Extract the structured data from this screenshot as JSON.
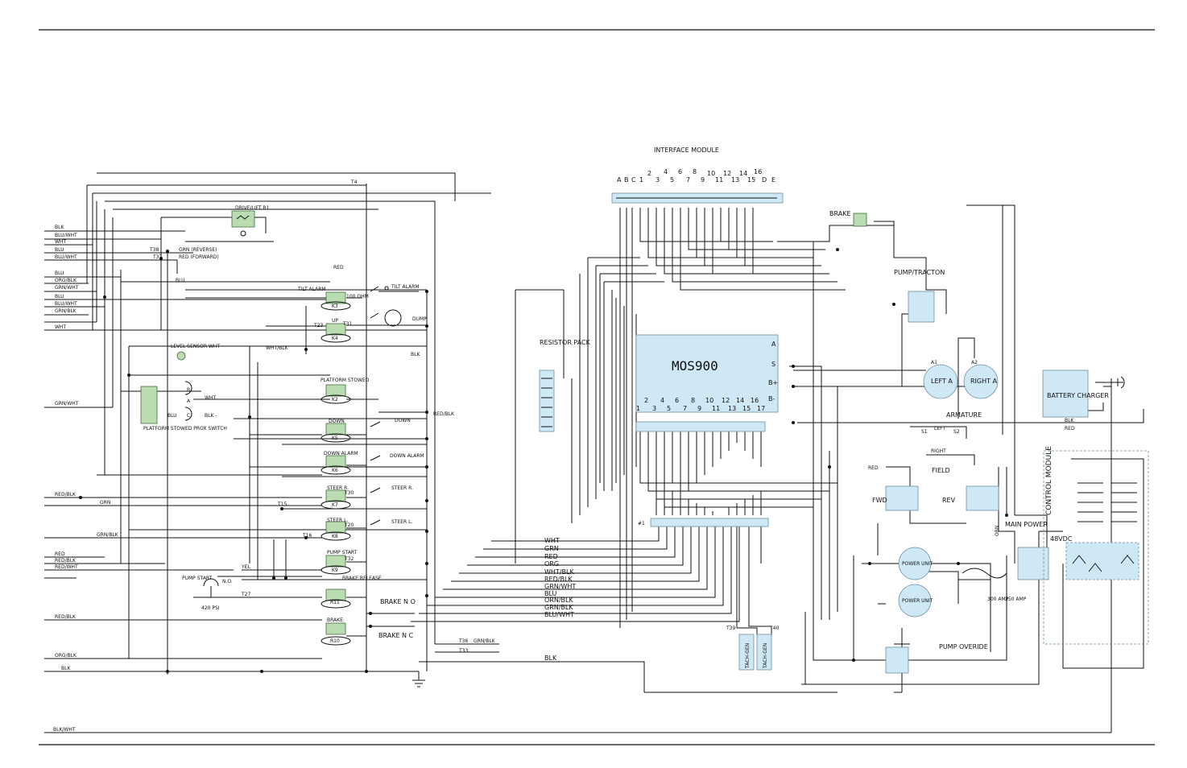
{
  "page": {
    "labels": {
      "interface_module": "INTERFACE MODULE",
      "resistor_pack": "RESISTOR PACK",
      "mos900": "MOS900",
      "brake": "BRAKE",
      "pump_traction": "PUMP/TRACTON",
      "left_motor": "LEFT A",
      "right_motor": "RIGHT A",
      "armature": "ARMATURE",
      "battery_charger": "BATTERY CHARGER",
      "control_module": "CONTROL MODULE",
      "field": "FIELD",
      "fwd": "FWD",
      "rev": "REV",
      "main_power": "MAIN POWER",
      "v48": "48VDC",
      "power_unit_1": "POWER UNIT",
      "power_unit_2": "POWER UNIT",
      "amp300": "300 AMP",
      "amp350": "350 AMP",
      "pump_override": "PUMP OVERIDE",
      "tach_gen_1": "TACH-GEN",
      "tach_gen_2": "TACH-GEN",
      "t39": "T39",
      "t40": "T40",
      "drive_lift": "DRIVE/LIFT R1",
      "tilt_alarm": "TILT ALARM",
      "tilt_alarm_right": "TILT ALARM",
      "ohm": "100 OHM",
      "dump": "DUMP",
      "up": "UP",
      "level_sensor": "LEVEL SENSOR WHT",
      "platform_stowed": "PLATFORM STOWED",
      "platform_prox": "PLATFORM STOWED PROX SWITCH",
      "down": "DOWN",
      "down_right": "DOWN",
      "down_alarm": "DOWN ALARM",
      "down_alarm_right": "DOWN ALARM",
      "steer_r": "STEER R.",
      "steer_r_right": "STEER R.",
      "steer_l": "STEER L.",
      "steer_l_right": "STEER L.",
      "pump_start": "PUMP START",
      "pump_start_sw": "PUMP START",
      "brake_release": "BRAKE RELEASE",
      "brake_no": "BRAKE N O",
      "brake_nc": "BRAKE N C",
      "brake_relay": "BRAKE",
      "psi": "420 PSI",
      "no": "N.O."
    },
    "im_top_odd": [
      "A",
      "B",
      "C",
      "1",
      "3",
      "5",
      "7",
      "9",
      "11",
      "13",
      "15",
      "D",
      "E"
    ],
    "im_top_even": [
      "2",
      "4",
      "6",
      "8",
      "10",
      "12",
      "14",
      "16"
    ],
    "mos_even": [
      "2",
      "4",
      "6",
      "8",
      "10",
      "12",
      "14",
      "16"
    ],
    "mos_odd": [
      "1",
      "3",
      "5",
      "7",
      "9",
      "11",
      "13",
      "15",
      "17"
    ],
    "mos_right": [
      "A",
      "S",
      "B+",
      "B-"
    ],
    "left_wires": [
      "BLK",
      "BLU/WHT",
      "WHT",
      "BLU",
      "BLU/WHT",
      "BLU",
      "ORG/BLK",
      "GRN/WHT",
      "BLU",
      "BLU/WHT",
      "GRN/BLK",
      "WHT",
      "GRN/WHT",
      "RED/BLK",
      "GRN",
      "GRN/BLK",
      "RED",
      "RED/BLK",
      "RED/WHT",
      "RED/BLK",
      "ORG/BLK",
      "BLK",
      "BLK/WHT"
    ],
    "bundle_wires": [
      "WHT",
      "GRN",
      "RED",
      "ORG",
      "WHT/BLK",
      "RED/BLK",
      "GRN/WHT",
      "BLU",
      "ORN/BLK",
      "GRN/BLK",
      "BLU/WHT",
      "BLK"
    ],
    "relays": [
      "K3",
      "K4",
      "K2",
      "K5",
      "K6",
      "K7",
      "K8",
      "K9",
      "R11",
      "R10"
    ],
    "terminals": [
      "T4",
      "T38",
      "T37",
      "T31",
      "T23",
      "T30",
      "T15",
      "T20",
      "T16",
      "T32",
      "T27",
      "T36",
      "T33"
    ],
    "misc_wires": [
      "GRN (REVERSE)",
      "RED (FORWARD)",
      "RED",
      "BLU",
      "WHT/BLK",
      "YEL",
      "GRN/BLK",
      "BLK",
      "RED",
      "ORN",
      "BLK",
      "RED",
      "S1",
      "S2",
      "LEFT",
      "RIGHT",
      "A1",
      "A2",
      "BLK -",
      "B",
      "A",
      "C",
      "WHT",
      "BLU",
      "RED/BLK",
      "#1"
    ]
  }
}
